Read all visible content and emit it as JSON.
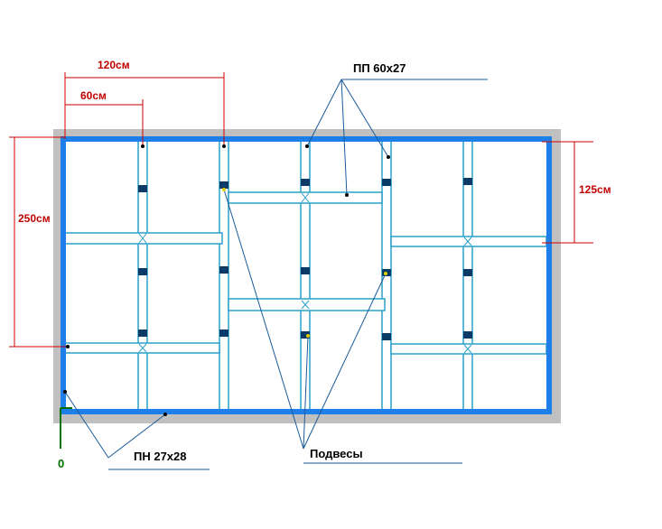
{
  "labels": {
    "dim_120": "120см",
    "dim_60": "60см",
    "dim_250": "250см",
    "dim_125": "125см",
    "profile_pp": "ПП 60х27",
    "profile_pn": "ПН 27х28",
    "hangers": "Подвесы",
    "origin": "0"
  },
  "colors": {
    "wall": "#c0c0c0",
    "frame": "#1e7fe8",
    "profile": "#2aa0c8",
    "hanger": "#0b3a66",
    "dimension": "#cc0000",
    "origin": "#007000"
  }
}
